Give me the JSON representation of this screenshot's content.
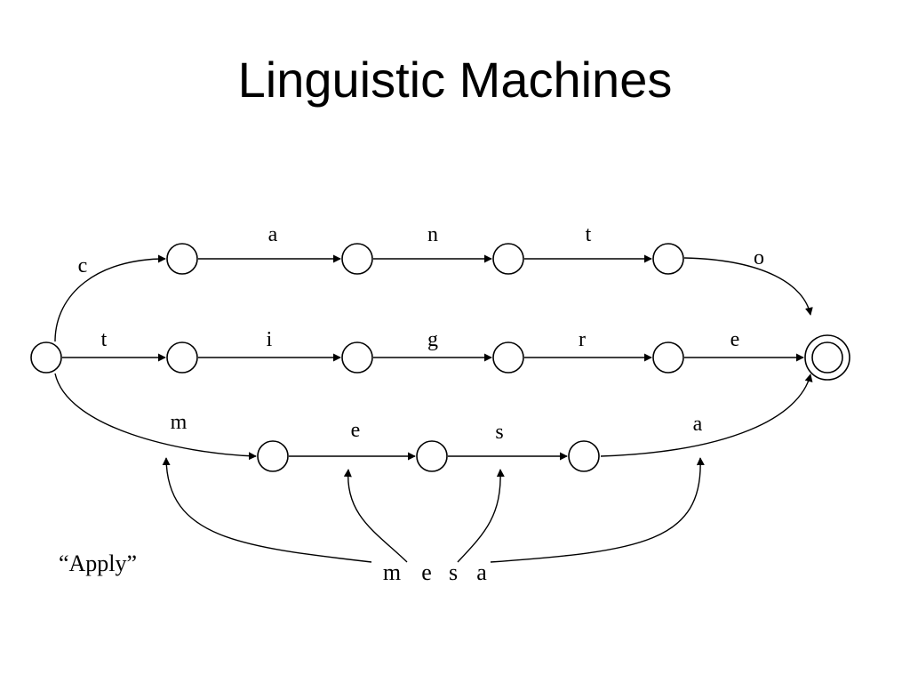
{
  "title": "Linguistic Machines",
  "word_paths": [
    {
      "letters": [
        "c",
        "a",
        "n",
        "t",
        "o"
      ]
    },
    {
      "letters": [
        "t",
        "i",
        "g",
        "r",
        "e"
      ]
    },
    {
      "letters": [
        "m",
        "e",
        "s",
        "a"
      ]
    }
  ],
  "apply_label": "“Apply”",
  "input_letters": [
    "m",
    "e",
    "s",
    "a"
  ]
}
